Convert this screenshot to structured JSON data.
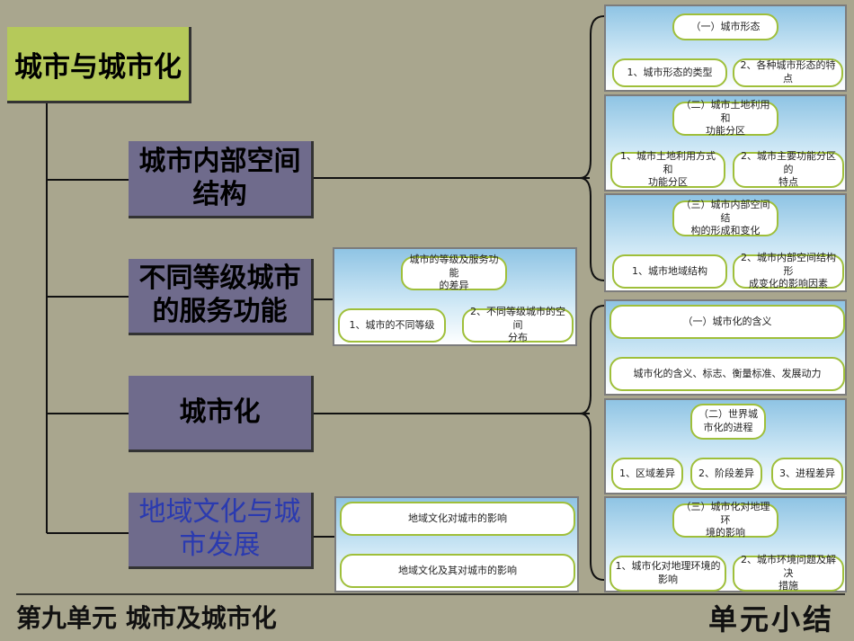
{
  "root": "城市与城市化",
  "branches": [
    "城市内部空间\n结构",
    "不同等级城市\n的服务功能",
    "城市化",
    "地域文化与城\n市发展"
  ],
  "panels": {
    "form": {
      "header": "（一）城市形态",
      "items": [
        "1、城市形态的类型",
        "2、各种城市形态的特点"
      ]
    },
    "land": {
      "header": "（二）城市土地利用和\n功能分区",
      "items": [
        "1、城市土地利用方式和\n功能分区",
        "2、城市主要功能分区的\n特点"
      ]
    },
    "spatial": {
      "header": "（三）城市内部空间结\n构的形成和变化",
      "items": [
        "1、城市地域结构",
        "2、城市内部空间结构形\n成变化的影响因素"
      ]
    },
    "service": {
      "header": "城市的等级及服务功能\n的差异",
      "items": [
        "1、城市的不同等级",
        "2、不同等级城市的空间\n分布"
      ]
    },
    "meaning": {
      "header": "（一）城市化的含义",
      "items": [
        "城市化的含义、标志、衡量标准、发展动力"
      ]
    },
    "process": {
      "header": "（二）世界城\n市化的进程",
      "items": [
        "1、区域差异",
        "2、阶段差异",
        "3、进程差异"
      ]
    },
    "impact": {
      "header": "（三）城市化对地理环\n境的影响",
      "items": [
        "1、城市化对地理环境的\n影响",
        "2、城市环境问题及解决\n措施"
      ]
    },
    "culture": {
      "header": "地域文化对城市的影响",
      "items": [
        "地域文化及其对城市的影响"
      ]
    }
  },
  "footer": {
    "title": "第九单元  城市及城市化",
    "summary": "单元小结"
  }
}
